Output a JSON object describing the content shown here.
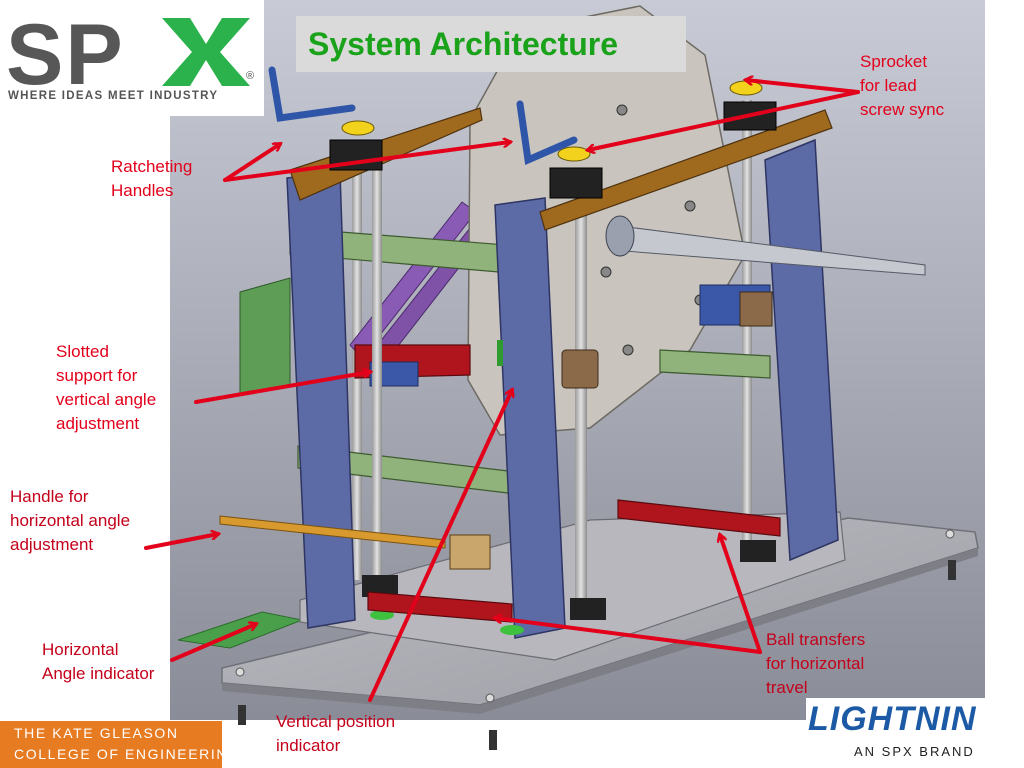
{
  "slide": {
    "title": "System Architecture"
  },
  "logos": {
    "spx": {
      "wordmark": "SPX",
      "registered": "®",
      "tagline": "WHERE IDEAS MEET INDUSTRY",
      "color_gray": "#575757",
      "color_green": "#2bb24c"
    },
    "kgcoe": {
      "line1": "THE KATE GLEASON",
      "line2": "COLLEGE OF ENGINEERING",
      "background": "#e77b22"
    },
    "lightnin": {
      "wordmark": "LIGHTNIN",
      "subtitle": "AN SPX BRAND",
      "color": "#1d5aa6"
    }
  },
  "labels": {
    "sprocket": [
      "Sprocket",
      "for lead",
      "screw sync"
    ],
    "ratcheting": [
      "Ratcheting",
      "Handles"
    ],
    "slotted": [
      "Slotted",
      "support for",
      "vertical angle",
      "adjustment"
    ],
    "handle_horizontal": [
      "Handle for",
      "horizontal angle",
      "adjustment"
    ],
    "horizontal_indicator": [
      "Horizontal",
      "Angle indicator"
    ],
    "vertical_indicator": [
      "Vertical position",
      "indicator"
    ],
    "ball_transfers": [
      "Ball transfers",
      "for horizontal",
      "travel"
    ]
  },
  "colors": {
    "annotation_red": "#e3001b",
    "frame_blue": "#5c6aa6",
    "plate_gray": "#a9aab0",
    "crossbar_green": "#8fb37a",
    "rail_orange": "#a06a1e",
    "background_top": "#c4c6d1",
    "background_bottom": "#8d8f9a"
  }
}
